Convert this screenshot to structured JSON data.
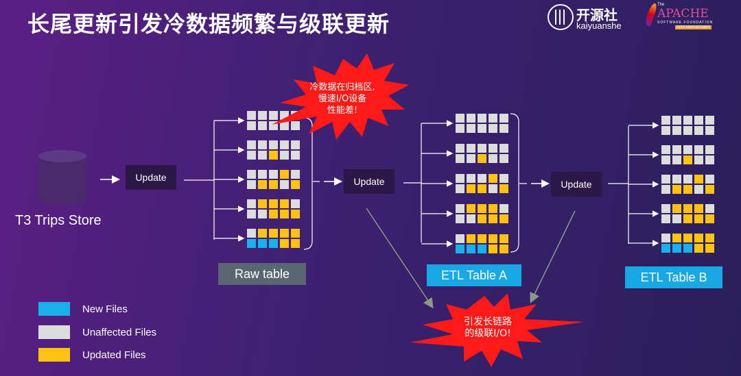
{
  "title": "长尾更新引发冷数据频繁与级联更新",
  "logos": {
    "kaiyuanshe_cn": "开源社",
    "kaiyuanshe_en": "kaiyuanshe",
    "apache_the": "The",
    "apache_name": "APACHE",
    "apache_sub": "SOFTWARE FOUNDATION",
    "apache_anniversary": "20TH ANNIVERSARY"
  },
  "source_label": "T3 Trips Store",
  "update_label": "Update",
  "tables": [
    {
      "name": "Raw table",
      "bg": "#5a6670"
    },
    {
      "name": "ETL Table A",
      "bg": "#18a8e6"
    },
    {
      "name": "ETL Table B",
      "bg": "#18a8e6"
    }
  ],
  "callouts": {
    "top": [
      "冷数据在归档区,",
      "慢速I/O设备",
      "性能差!"
    ],
    "bottom": [
      "引发长链路",
      "的级联I/O!"
    ]
  },
  "legend": [
    {
      "label": "New Files",
      "color": "#1ab0ea"
    },
    {
      "label": "Unaffected Files",
      "color": "#dcdcdc"
    },
    {
      "label": "Updated Files",
      "color": "#ffc20e"
    }
  ],
  "colors": {
    "new": "#1ab0ea",
    "unaffected": "#dcdcdc",
    "updated": "#ffc20e",
    "burst": "#ff1a1a",
    "arrow_gray": "#8a9a8a"
  },
  "file_rows": [
    [
      "u",
      "u",
      "u",
      "u",
      "u",
      "u",
      "u",
      "u",
      "u",
      "u"
    ],
    [
      "u",
      "u",
      "u",
      "u",
      "u",
      "u",
      "u",
      "y",
      "u",
      "u"
    ],
    [
      "u",
      "u",
      "u",
      "y",
      "u",
      "u",
      "y",
      "y",
      "u",
      "y"
    ],
    [
      "u",
      "y",
      "y",
      "y",
      "u",
      "u",
      "u",
      "y",
      "y",
      "y"
    ],
    [
      "u",
      "y",
      "y",
      "y",
      "y",
      "n",
      "n",
      "n",
      "y",
      "y"
    ]
  ]
}
